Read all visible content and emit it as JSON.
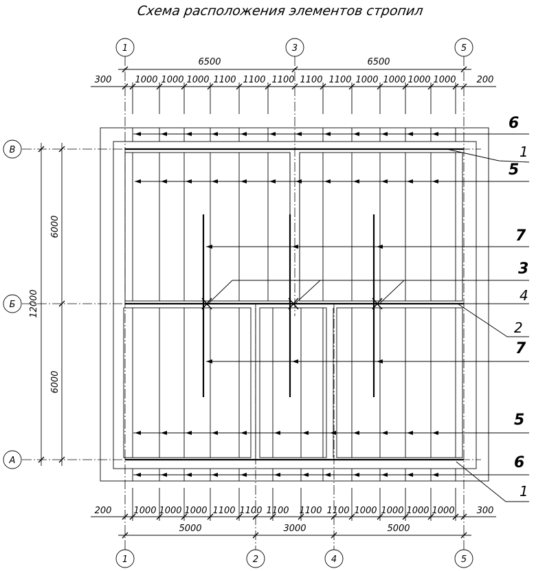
{
  "title": "Схема расположения элементов стропил",
  "axes_vertical": {
    "top": [
      "1",
      "3",
      "5"
    ],
    "bottom": [
      "1",
      "2",
      "4",
      "5"
    ]
  },
  "axes_horizontal": [
    "В",
    "Б",
    "А"
  ],
  "dims_top_overall": [
    "6500",
    "6500"
  ],
  "dims_top_spacing": [
    "300",
    "1000",
    "1000",
    "1000",
    "1100",
    "1100",
    "1100",
    "1100",
    "1100",
    "1000",
    "1000",
    "1000",
    "1000",
    "200"
  ],
  "dims_bottom_spacing": [
    "200",
    "1000",
    "1000",
    "1000",
    "1100",
    "1100",
    "1100",
    "1100",
    "1100",
    "1000",
    "1000",
    "1000",
    "1000",
    "300"
  ],
  "dims_bottom_overall": [
    "5000",
    "3000",
    "5000"
  ],
  "dims_left": {
    "upper": "6000",
    "lower": "6000",
    "overall": "12000"
  },
  "marks": {
    "m6_top": "6",
    "m1_top": "1",
    "m5_top": "5",
    "m7_top": "7",
    "m3": "3",
    "m4": "4",
    "m2": "2",
    "m7_bottom": "7",
    "m5_bottom": "5",
    "m6_bottom": "6",
    "m1_bottom": "1"
  }
}
